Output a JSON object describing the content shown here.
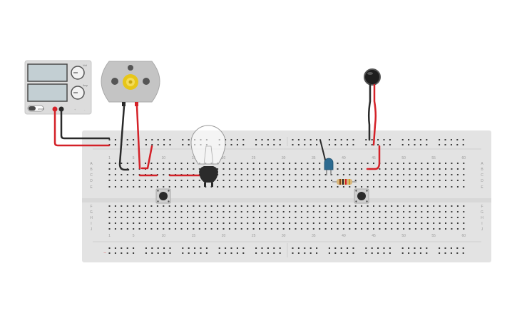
{
  "canvas": {
    "background": "#ffffff",
    "wire_red": "#d42128",
    "wire_black": "#2a2a2a",
    "board_color": "#e3e3e3",
    "hole_color": "#3a3a3a"
  },
  "power_supply": {
    "icon": "power-supply-icon",
    "knob_labels": [
      "Volt",
      "Amp"
    ],
    "switch_label": "on/off",
    "terminal_labels": [
      "+",
      "-"
    ]
  },
  "dc_motor": {
    "icon": "dc-motor-icon"
  },
  "buzzer": {
    "icon": "vibration-motor-icon"
  },
  "breadboard": {
    "column_numbers": [
      "1",
      "5",
      "10",
      "15",
      "20",
      "25",
      "30",
      "35",
      "40",
      "45",
      "50",
      "55",
      "60"
    ],
    "top_row_letters": [
      "A",
      "B",
      "C",
      "D",
      "E"
    ],
    "bottom_row_letters": [
      "F",
      "G",
      "H",
      "I",
      "J"
    ],
    "rail_minus": "−",
    "rail_plus": "+"
  },
  "components": {
    "light_bulb": "light-bulb-icon",
    "led": "led-icon",
    "resistor": "resistor-icon",
    "pushbutton_left": "pushbutton-icon",
    "pushbutton_right": "pushbutton-icon"
  }
}
